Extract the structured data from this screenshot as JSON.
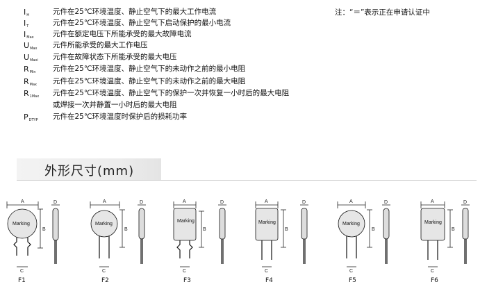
{
  "definitions": [
    {
      "sym": "I",
      "sub": "H",
      "text": "元件在25℃环境温度、静止空气下的最大工作电流"
    },
    {
      "sym": "I",
      "sub": "T",
      "text": "元件在25℃环境温度、静止空气下启动保护的最小电流"
    },
    {
      "sym": "I",
      "sub": "Max",
      "text": "元件在额定电压下所能承受的最大故障电流"
    },
    {
      "sym": "U",
      "sub": "Max",
      "text": "元件所能承受的最大工作电压"
    },
    {
      "sym": "U",
      "sub": "Maxi",
      "text": "元件在故障状态下所能承受的最大电压"
    },
    {
      "sym": "R",
      "sub": "Min",
      "text": "元件在25℃环境温度、静止空气下的未动作之前的最小电阻"
    },
    {
      "sym": "R",
      "sub": "Max",
      "text": "元件在25℃环境温度、静止空气下的未动作之前的最大电阻"
    },
    {
      "sym": "R",
      "sub": "1Max",
      "text": "元件在25℃环境温度、静止空气下的保护一次并恢复一小时后的最大电阻"
    },
    {
      "sym": "",
      "sub": "",
      "text": "或焊接一次并静置一小时后的最大电阻"
    },
    {
      "sym": "P",
      "sub": "DTYP",
      "text": "元件在25℃环境温度时保护后的损耗功率"
    }
  ],
  "note": "注：“＝”表示正在申请认证中",
  "section_title": "外形尺寸(mm)",
  "figures": [
    {
      "label": "F1",
      "marking": "Marking",
      "dims": {
        "a": "A",
        "b": "B",
        "c": "C",
        "d": "D"
      }
    },
    {
      "label": "F2",
      "marking": "Marking",
      "dims": {
        "a": "A",
        "b": "B",
        "c": "C",
        "d": "D"
      }
    },
    {
      "label": "F3",
      "marking": "Marking",
      "dims": {
        "a": "A",
        "b": "B",
        "c": "C",
        "d": "D"
      }
    },
    {
      "label": "F4",
      "marking": "Marking",
      "dims": {
        "a": "A",
        "b": "B",
        "c": "C",
        "d": "D"
      }
    },
    {
      "label": "F5",
      "marking": "Marking",
      "dims": {
        "a": "A",
        "b": "B",
        "c": "C",
        "d": "D"
      }
    },
    {
      "label": "F6",
      "marking": "Marking",
      "dims": {
        "a": "A",
        "b": "B",
        "c": "C",
        "d": "D"
      }
    }
  ]
}
